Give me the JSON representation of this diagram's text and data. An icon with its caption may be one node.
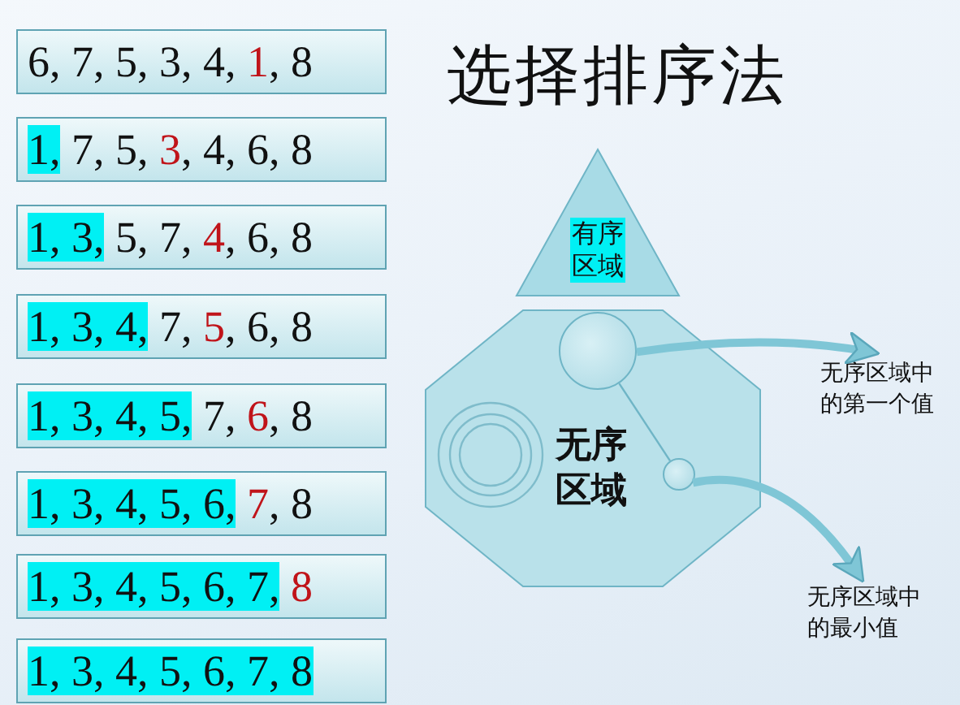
{
  "diagram": {
    "title": "选择排序法",
    "nodes": [
      {
        "text": [
          "6, 7, 5, 3, 4, 1, 8"
        ]
      },
      {
        "text": [
          "1, 7, 5, 3, 4, 6, 8"
        ]
      },
      {
        "text": [
          "1, 3, 5, 7, 4, 6, 8"
        ]
      },
      {
        "text": [
          "1, 3, 4, 7, 5, 6, 8"
        ]
      },
      {
        "text": [
          "1, 3, 4, 5, 7, 6, 8"
        ]
      },
      {
        "text": [
          "1, 3, 4, 5, 6, 7, 8"
        ]
      },
      {
        "text": [
          "1, 3, 4, 5, 6, 7, 8"
        ]
      },
      {
        "text": [
          "1, 3, 4, 5, 6, 7, 8"
        ]
      },
      {
        "text": [
          "有序区域"
        ]
      },
      {
        "text": [
          "无序区域"
        ]
      },
      {
        "text": [],
        "shape": "circle",
        "in": 9
      },
      {
        "text": [],
        "shape": "circle",
        "in": 9
      },
      {
        "text": [
          "无序区域中的第一个值"
        ]
      },
      {
        "text": [
          "无序区域中的最小值"
        ]
      }
    ],
    "edges": [
      {
        "from": 10,
        "to": 12,
        "arrow": "to"
      },
      {
        "from": 10,
        "to": 11,
        "arrow": "none"
      },
      {
        "from": 11,
        "to": 13,
        "arrow": "to"
      }
    ]
  }
}
